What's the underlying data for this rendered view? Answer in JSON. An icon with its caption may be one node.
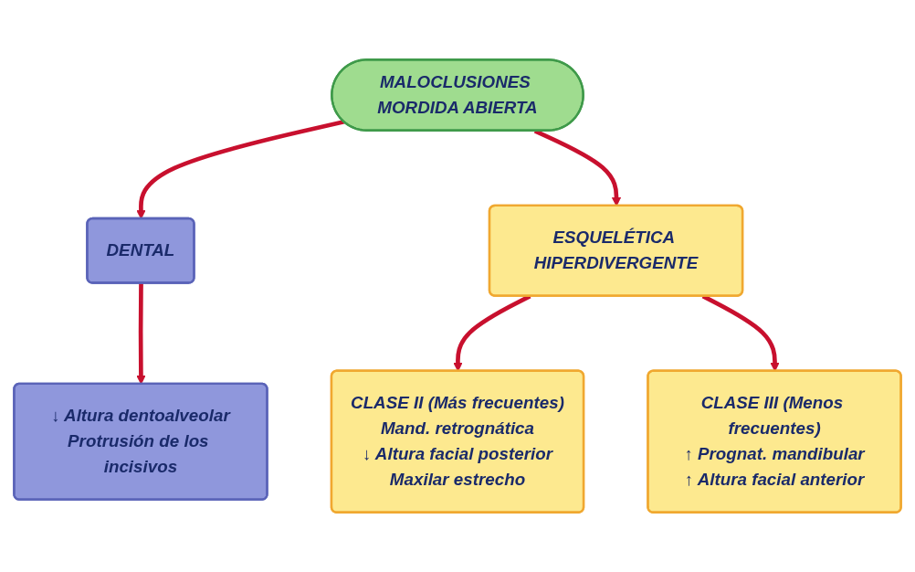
{
  "diagram": {
    "nodes": [
      {
        "text": [
          "MALOCLUSIONES MORDIDA ABIERTA"
        ]
      },
      {
        "text": [
          "DENTAL"
        ]
      },
      {
        "text": [
          "ESQUELÉTICA HIPERDIVERGENTE"
        ]
      },
      {
        "text": [
          "↓ Altura dentoalveolar",
          "Protrusión de los incisivos"
        ]
      },
      {
        "text": [
          "CLASE II (Más frecuentes)",
          "Mand. retrognática",
          "↓ Altura facial posterior",
          "Maxilar estrecho"
        ]
      },
      {
        "text": [
          "CLASE III (Menos frecuentes)",
          "↑ Prognat. mandibular",
          "↑ Altura facial anterior"
        ]
      }
    ],
    "edges": [
      {
        "from": 0,
        "to": 1,
        "arrow": "to"
      },
      {
        "from": 0,
        "to": 2,
        "arrow": "to"
      },
      {
        "from": 1,
        "to": 3,
        "arrow": "to"
      },
      {
        "from": 2,
        "to": 4,
        "arrow": "to"
      },
      {
        "from": 2,
        "to": 5,
        "arrow": "to"
      }
    ]
  }
}
